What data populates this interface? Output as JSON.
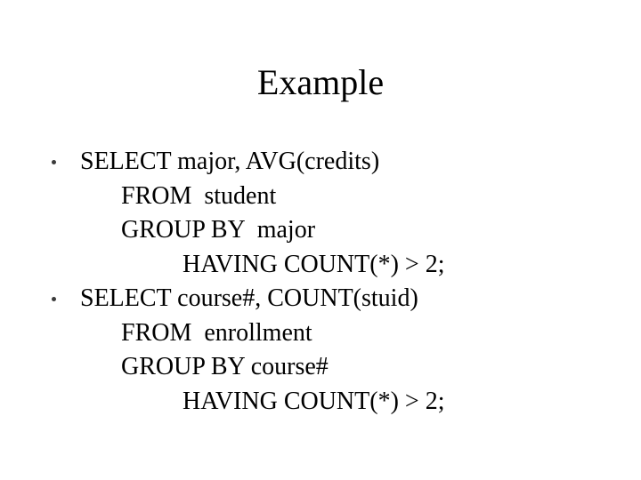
{
  "slide": {
    "title": "Example",
    "background_color": "#ffffff",
    "text_color": "#000000",
    "bullet_color": "#3a3a3a",
    "bullet_glyph": "bullet-dot",
    "bullets": [
      {
        "marker": true,
        "lines": [
          {
            "indent": 0,
            "text": "SELECT major, AVG(credits)"
          },
          {
            "indent": 1,
            "text": "FROM  student"
          },
          {
            "indent": 1,
            "text": "GROUP BY  major"
          },
          {
            "indent": 2,
            "text": "HAVING COUNT(*) > 2;"
          }
        ]
      },
      {
        "marker": true,
        "lines": [
          {
            "indent": 0,
            "text": "SELECT course#, COUNT(stuid)"
          },
          {
            "indent": 1,
            "text": "FROM  enrollment"
          },
          {
            "indent": 1,
            "text": "GROUP BY course#"
          },
          {
            "indent": 2,
            "text": "HAVING COUNT(*) > 2;"
          }
        ]
      }
    ]
  }
}
